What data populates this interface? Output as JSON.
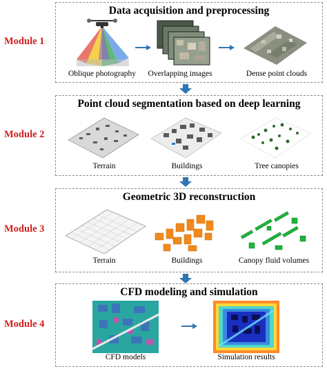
{
  "modules": [
    {
      "label": "Module 1",
      "title": "Data acquisition and preprocessing",
      "items": [
        "Oblique photography",
        "Overlapping  images",
        "Dense point clouds"
      ]
    },
    {
      "label": "Module 2",
      "title": "Point cloud segmentation based on deep learning",
      "items": [
        "Terrain",
        "Buildings",
        "Tree canopies"
      ]
    },
    {
      "label": "Module 3",
      "title": "Geometric 3D reconstruction",
      "items": [
        "Terrain",
        "Buildings",
        "Canopy fluid volumes"
      ]
    },
    {
      "label": "Module 4",
      "title": "CFD modeling and simulation",
      "items": [
        "CFD models",
        "Simulation results"
      ]
    }
  ],
  "colors": {
    "module_label": "#d01f1f",
    "arrow": "#2e75b6",
    "building_orange": "#f08a1c",
    "canopy_green": "#1db43c"
  }
}
